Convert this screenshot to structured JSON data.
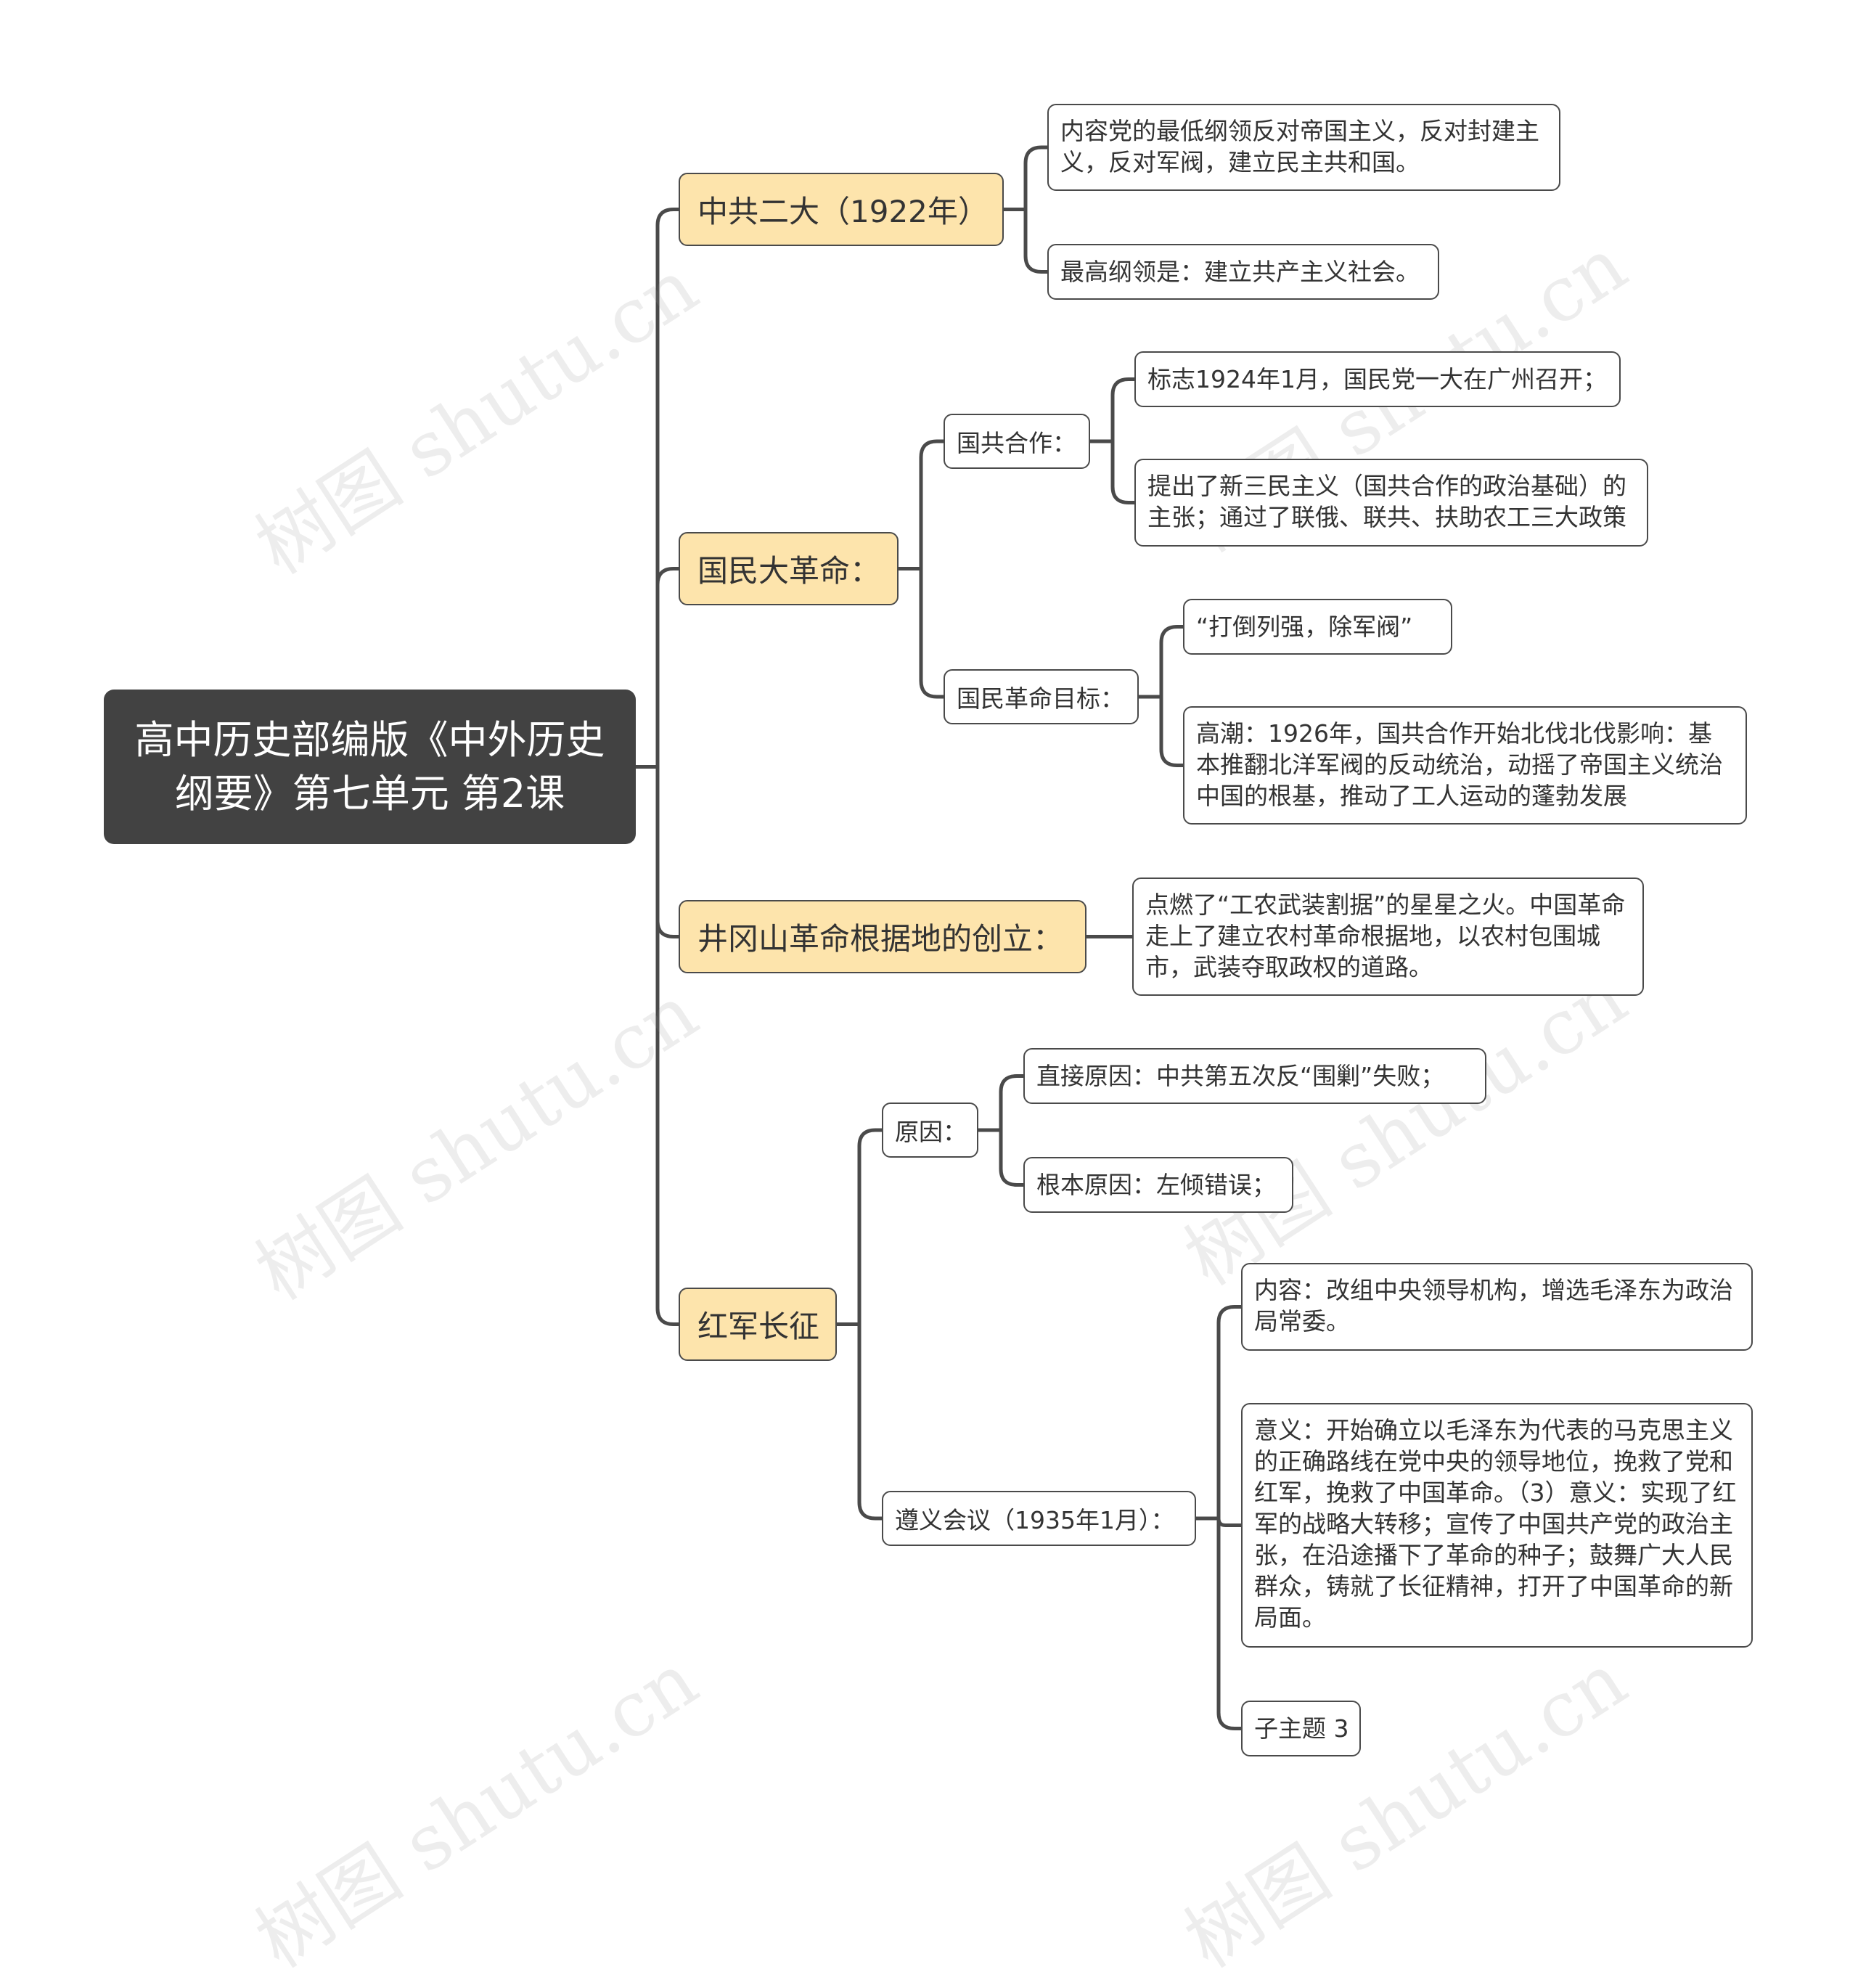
{
  "watermark": "树图 shutu.cn",
  "root": {
    "title": "高中历史部编版《中外历史纲要》第七单元 第2课"
  },
  "branches": [
    {
      "label": "中共二大（1922年）",
      "children": [
        {
          "text": "内容党的最低纲领反对帝国主义，反对封建主义，反对军阀，建立民主共和国。"
        },
        {
          "text": "最高纲领是：建立共产主义社会。"
        }
      ]
    },
    {
      "label": "国民大革命：",
      "children": [
        {
          "label": "国共合作：",
          "children": [
            {
              "text": "标志1924年1月，国民党一大在广州召开；"
            },
            {
              "text": "提出了新三民主义（国共合作的政治基础）的主张；通过了联俄、联共、扶助农工三大政策"
            }
          ]
        },
        {
          "label": "国民革命目标：",
          "children": [
            {
              "text": "“打倒列强，除军阀”"
            },
            {
              "text": "高潮：1926年，国共合作开始北伐北伐影响：基本推翻北洋军阀的反动统治，动摇了帝国主义统治中国的根基，推动了工人运动的蓬勃发展"
            }
          ]
        }
      ]
    },
    {
      "label": "井冈山革命根据地的创立：",
      "children": [
        {
          "text": "点燃了“工农武装割据”的星星之火。中国革命走上了建立农村革命根据地，以农村包围城市，武装夺取政权的道路。"
        }
      ]
    },
    {
      "label": "红军长征",
      "children": [
        {
          "label": "原因：",
          "children": [
            {
              "text": "直接原因：中共第五次反“围剿”失败；"
            },
            {
              "text": "根本原因：左倾错误；"
            }
          ]
        },
        {
          "label": "遵义会议（1935年1月）：",
          "children": [
            {
              "text": "内容：改组中央领导机构，增选毛泽东为政治局常委。"
            },
            {
              "text": "意义：开始确立以毛泽东为代表的马克思主义的正确路线在党中央的领导地位，挽救了党和红军，挽救了中国革命。（3）意义：实现了红军的战略大转移；宣传了中国共产党的政治主张，在沿途播下了革命的种子；鼓舞广大人民群众，铸就了长征精神，打开了中国革命的新局面。"
            },
            {
              "text": "子主题 3"
            }
          ]
        }
      ]
    }
  ]
}
